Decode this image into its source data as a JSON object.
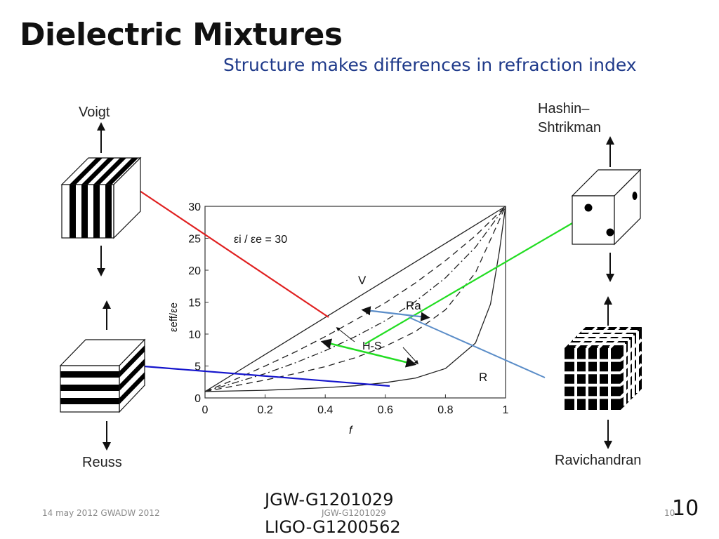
{
  "slide": {
    "title": "Dielectric Mixtures",
    "subtitle": "Structure  makes differences in refraction index"
  },
  "footer": {
    "date_event": "14 may 2012 GWADW 2012",
    "doc_small": "JGW-G1201029",
    "page_small": "10",
    "id_line1": "JGW-G1201029",
    "id_line2": "LIGO-G1200562",
    "page_big": "10"
  },
  "structures": {
    "voigt": "Voigt",
    "reuss": "Reuss",
    "hashin_line1": "Hashin–",
    "hashin_line2": "Shtrikman",
    "ravichandran": "Ravichandran"
  },
  "colors": {
    "voigt_connector": "#e02020",
    "reuss_connector": "#1515cc",
    "hs_connector": "#22dd22",
    "ravichandran_connector": "#5b8dc8",
    "subtitle": "#1f3a8a"
  },
  "chart_data": {
    "type": "line",
    "annotation": "εi / εe = 30",
    "xlabel": "f",
    "ylabel": "εeff/εe",
    "xlim": [
      0,
      1
    ],
    "ylim": [
      0,
      30
    ],
    "x_ticks": [
      "0",
      "0.2",
      "0.4",
      "0.6",
      "0.8",
      "1"
    ],
    "y_ticks": [
      "0",
      "5",
      "10",
      "15",
      "20",
      "25",
      "30"
    ],
    "x_tick_values": [
      0,
      0.2,
      0.4,
      0.6,
      0.8,
      1
    ],
    "y_tick_values": [
      0,
      5,
      10,
      15,
      20,
      25,
      30
    ],
    "curve_labels": [
      "V",
      "Ra",
      "H-S",
      "R"
    ],
    "series": [
      {
        "style": "solid",
        "x": [
          0,
          0.1,
          0.2,
          0.3,
          0.4,
          0.5,
          0.6,
          0.7,
          0.8,
          0.9,
          1.0
        ],
        "values": [
          1,
          3.9,
          6.8,
          9.7,
          12.6,
          15.5,
          18.4,
          21.3,
          24.2,
          27.1,
          30
        ]
      },
      {
        "style": "dashed",
        "x": [
          0,
          0.1,
          0.2,
          0.3,
          0.4,
          0.5,
          0.6,
          0.7,
          0.8,
          0.9,
          1.0
        ],
        "values": [
          1,
          2.9,
          5.0,
          7.2,
          9.6,
          12.2,
          14.9,
          18.0,
          21.5,
          25.4,
          30
        ]
      },
      {
        "style": "dashdot",
        "x": [
          0,
          0.1,
          0.2,
          0.3,
          0.4,
          0.5,
          0.6,
          0.7,
          0.8,
          0.9,
          1.0
        ],
        "values": [
          1,
          2.4,
          3.8,
          5.5,
          7.4,
          9.6,
          12.1,
          15.1,
          18.8,
          23.6,
          30
        ]
      },
      {
        "style": "dashed",
        "x": [
          0,
          0.1,
          0.2,
          0.3,
          0.4,
          0.5,
          0.6,
          0.7,
          0.8,
          0.9,
          1.0
        ],
        "values": [
          1,
          1.9,
          2.8,
          3.8,
          4.9,
          6.3,
          8.1,
          10.4,
          13.8,
          19.6,
          30
        ]
      },
      {
        "style": "solid",
        "x": [
          0,
          0.1,
          0.2,
          0.3,
          0.4,
          0.5,
          0.6,
          0.7,
          0.8,
          0.9,
          0.95,
          0.98,
          1.0
        ],
        "values": [
          1,
          1.1,
          1.2,
          1.4,
          1.6,
          1.9,
          2.4,
          3.1,
          4.6,
          8.6,
          14.7,
          23.1,
          30
        ]
      }
    ]
  }
}
